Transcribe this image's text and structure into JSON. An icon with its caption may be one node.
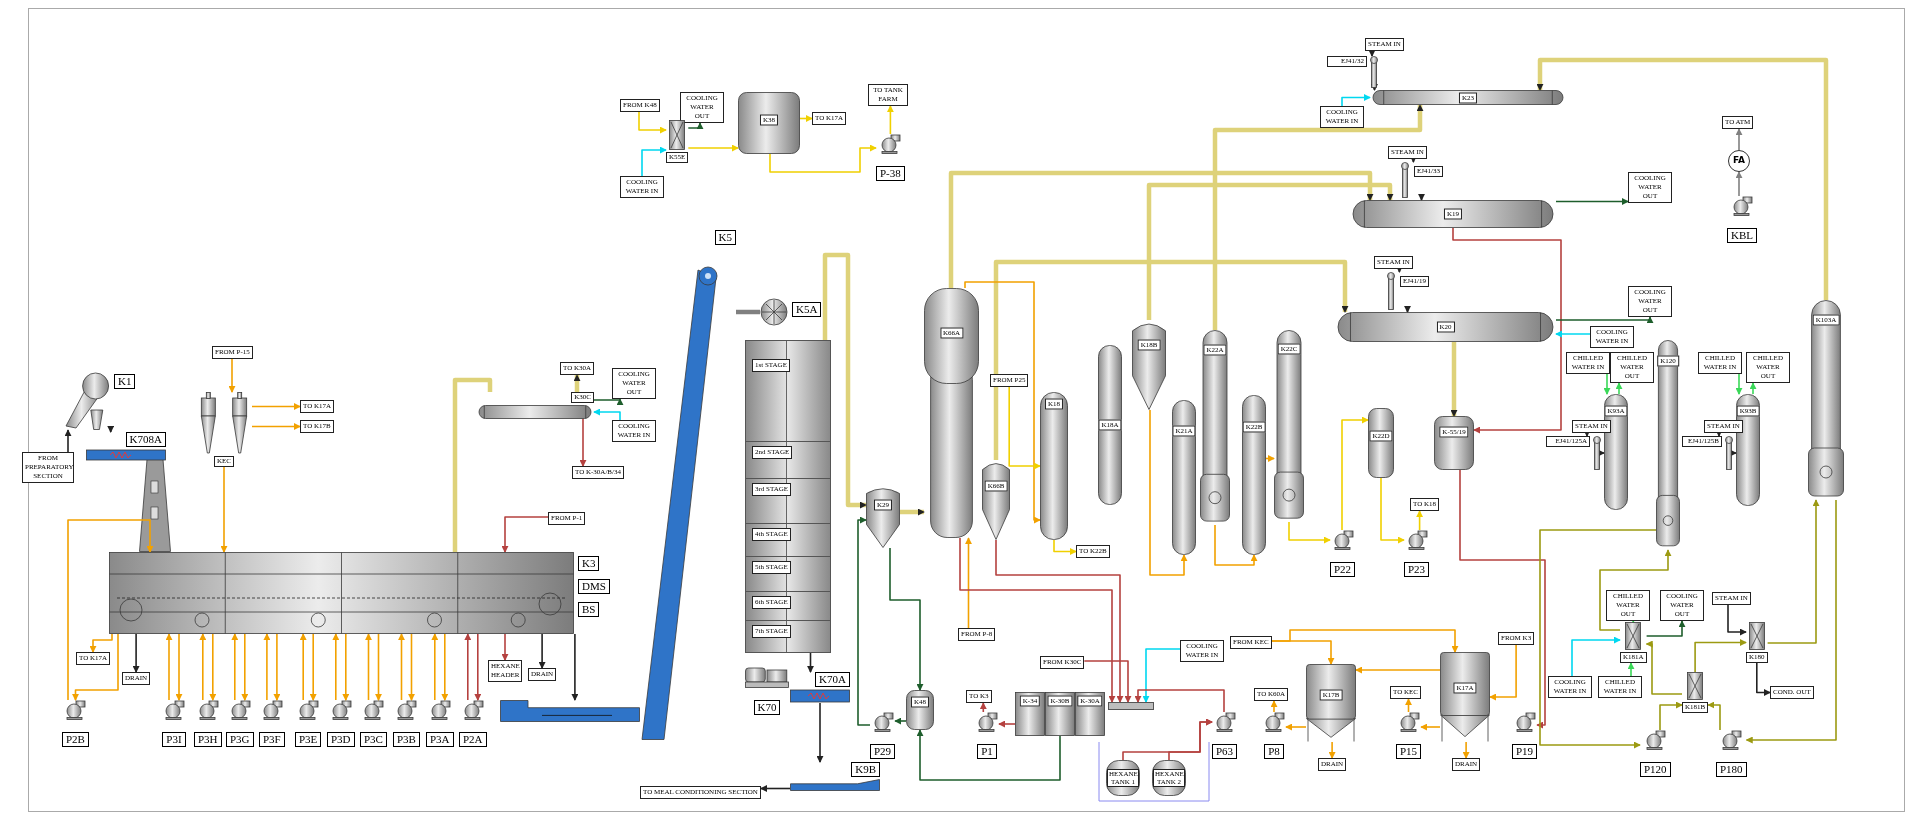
{
  "diagram": {
    "nodes": [
      {
        "text": [
          "K1"
        ]
      },
      {
        "text": [
          "FROM PREPARATORY SECTION"
        ]
      },
      {
        "text": [
          "K708A"
        ]
      },
      {
        "text": [
          "K3"
        ],
        "beside": [
          "DMS",
          "BS"
        ]
      },
      {
        "text": [
          "FROM P-15"
        ]
      },
      {
        "text": [
          "KEC"
        ]
      },
      {
        "text": [
          "TO K17A"
        ]
      },
      {
        "text": [
          "TO K17B"
        ]
      },
      {
        "text": [
          "K30C"
        ]
      },
      {
        "text": [
          "TO K30A"
        ]
      },
      {
        "text": [
          "COOLING WATER OUT"
        ]
      },
      {
        "text": [
          "COOLING WATER IN"
        ]
      },
      {
        "text": [
          "TO K-30A/B/34"
        ]
      },
      {
        "text": [
          "FROM P-1"
        ]
      },
      {
        "text": [
          "HEXANE HEADER"
        ]
      },
      {
        "text": [
          "DRAIN"
        ]
      },
      {
        "text": [
          "TO K17A"
        ]
      },
      {
        "text": [
          "DRAIN"
        ]
      },
      {
        "text": [
          "P2B"
        ]
      },
      {
        "text": [
          "P3I"
        ]
      },
      {
        "text": [
          "P3H"
        ]
      },
      {
        "text": [
          "P3G"
        ]
      },
      {
        "text": [
          "P3F"
        ]
      },
      {
        "text": [
          "P3E"
        ]
      },
      {
        "text": [
          "P3D"
        ]
      },
      {
        "text": [
          "P3C"
        ]
      },
      {
        "text": [
          "P3B"
        ]
      },
      {
        "text": [
          "P3A"
        ]
      },
      {
        "text": [
          "P2A"
        ]
      },
      {
        "text": [],
        "shape": "conveyor"
      },
      {
        "text": [
          "K5"
        ]
      },
      {
        "text": [
          "K5A"
        ]
      },
      {
        "text": [],
        "shape": "cylinder"
      },
      {
        "text": [
          "1st STAGE"
        ],
        "in": 32
      },
      {
        "text": [
          "2nd STAGE"
        ],
        "in": 32
      },
      {
        "text": [
          "3rd STAGE"
        ],
        "in": 32
      },
      {
        "text": [
          "4th STAGE"
        ],
        "in": 32
      },
      {
        "text": [
          "5th STAGE"
        ],
        "in": 32
      },
      {
        "text": [
          "6th STAGE"
        ],
        "in": 32
      },
      {
        "text": [
          "7th STAGE"
        ],
        "in": 32
      },
      {
        "text": [
          "K70"
        ]
      },
      {
        "text": [
          "K70A"
        ]
      },
      {
        "text": [
          "K9B"
        ]
      },
      {
        "text": [
          "TO MEAL CONDITIONING SECTION"
        ]
      },
      {
        "text": [
          "FROM K48"
        ]
      },
      {
        "text": [
          "COOLING WATER OUT"
        ]
      },
      {
        "text": [
          "K55E"
        ]
      },
      {
        "text": [
          "COOLING WATER IN"
        ]
      },
      {
        "text": [
          "K38"
        ]
      },
      {
        "text": [
          "TO K17A"
        ]
      },
      {
        "text": [
          "TO TANK FARM"
        ]
      },
      {
        "text": [
          "P-38"
        ]
      },
      {
        "text": [
          "K66A"
        ]
      },
      {
        "text": [
          "K29"
        ]
      },
      {
        "text": [
          "K66B"
        ]
      },
      {
        "text": [
          "K48"
        ]
      },
      {
        "text": [
          "P29"
        ]
      },
      {
        "text": [
          "TO K3"
        ]
      },
      {
        "text": [
          "P1"
        ]
      },
      {
        "text": [
          "FROM P-8"
        ]
      },
      {
        "text": [
          "FROM P25"
        ]
      },
      {
        "text": [
          "K18"
        ]
      },
      {
        "text": [
          "TO K22B"
        ]
      },
      {
        "text": [
          "K18A"
        ]
      },
      {
        "text": [
          "K18B"
        ]
      },
      {
        "text": [
          "K21A"
        ]
      },
      {
        "text": [
          "K22A"
        ]
      },
      {
        "text": [
          "K22B"
        ]
      },
      {
        "text": [
          "K22C"
        ]
      },
      {
        "text": [
          "K22D"
        ]
      },
      {
        "text": [
          "TO K18"
        ]
      },
      {
        "text": [
          "P22"
        ]
      },
      {
        "text": [
          "P23"
        ]
      },
      {
        "text": [
          "K-55/19"
        ]
      },
      {
        "text": [
          "FROM K30C"
        ]
      },
      {
        "text": [
          "K-34"
        ]
      },
      {
        "text": [
          "K-30B"
        ]
      },
      {
        "text": [
          "K-30A"
        ]
      },
      {
        "text": [],
        "shape": "bar"
      },
      {
        "text": [
          "COOLING WATER IN"
        ]
      },
      {
        "text": [
          "FROM KEC"
        ]
      },
      {
        "text": [
          "HEXANE TANK 1"
        ]
      },
      {
        "text": [
          "HEXANE TANK 2"
        ]
      },
      {
        "text": [
          "P63"
        ]
      },
      {
        "text": [
          "TO K60A"
        ]
      },
      {
        "text": [
          "P8"
        ]
      },
      {
        "text": [
          "K17B"
        ]
      },
      {
        "text": [
          "DRAIN"
        ]
      },
      {
        "text": [
          "TO KEC"
        ]
      },
      {
        "text": [
          "P15"
        ]
      },
      {
        "text": [
          "K17A"
        ]
      },
      {
        "text": [
          "DRAIN"
        ]
      },
      {
        "text": [
          "FROM K3"
        ]
      },
      {
        "text": [
          "P19"
        ]
      },
      {
        "text": [
          "STEAM IN"
        ]
      },
      {
        "text": [
          "EJ41/32"
        ]
      },
      {
        "text": [
          "COOLING WATER IN"
        ]
      },
      {
        "text": [
          "K23"
        ]
      },
      {
        "text": [
          "STEAM IN"
        ]
      },
      {
        "text": [
          "EJ41/33"
        ]
      },
      {
        "text": [
          "K19"
        ]
      },
      {
        "text": [
          "COOLING WATER OUT"
        ]
      },
      {
        "text": [
          "STEAM IN"
        ]
      },
      {
        "text": [
          "EJ41/19"
        ]
      },
      {
        "text": [
          "K20"
        ]
      },
      {
        "text": [
          "COOLING WATER OUT"
        ]
      },
      {
        "text": [
          "COOLING WATER IN"
        ]
      },
      {
        "text": [
          "TO ATM"
        ]
      },
      {
        "text": [
          "FA"
        ]
      },
      {
        "text": [
          "KBL"
        ]
      },
      {
        "text": [
          "CHILLED WATER IN"
        ]
      },
      {
        "text": [
          "CHILLED WATER OUT"
        ]
      },
      {
        "text": [
          "K93A"
        ]
      },
      {
        "text": [
          "STEAM IN"
        ]
      },
      {
        "text": [
          "EJ41/125A"
        ]
      },
      {
        "text": [
          "K120"
        ]
      },
      {
        "text": [
          "CHILLED WATER IN"
        ]
      },
      {
        "text": [
          "CHILLED WATER OUT"
        ]
      },
      {
        "text": [
          "K93B"
        ]
      },
      {
        "text": [
          "STEAM IN"
        ]
      },
      {
        "text": [
          "EJ41/125B"
        ]
      },
      {
        "text": [
          "K103A"
        ]
      },
      {
        "text": [
          "CHILLED WATER OUT"
        ]
      },
      {
        "text": [
          "COOLING WATER OUT"
        ]
      },
      {
        "text": [
          "K181A"
        ]
      },
      {
        "text": [
          "COOLING WATER IN"
        ]
      },
      {
        "text": [
          "CHILLED WATER IN"
        ]
      },
      {
        "text": [
          "K181B"
        ]
      },
      {
        "text": [
          "STEAM IN"
        ]
      },
      {
        "text": [
          "K180"
        ]
      },
      {
        "text": [
          "COND. OUT"
        ]
      },
      {
        "text": [
          "P120"
        ]
      },
      {
        "text": [
          "P180"
        ]
      }
    ],
    "edges": [
      {
        "from": 1,
        "to": 0,
        "arrow": "to",
        "color": "#222222"
      },
      {
        "from": 0,
        "to": 2,
        "arrow": "to",
        "color": "#222222"
      },
      {
        "from": 4,
        "to": 5,
        "arrow": "to"
      },
      {
        "from": 5,
        "to": 6,
        "arrow": "to"
      },
      {
        "from": 5,
        "to": 7,
        "arrow": "to"
      },
      {
        "from": 5,
        "to": 3,
        "arrow": "to"
      },
      {
        "from": 3,
        "to": 16,
        "arrow": "to"
      },
      {
        "from": 3,
        "to": 17,
        "arrow": "to",
        "color": "#222222"
      },
      {
        "from": 3,
        "to": 15,
        "arrow": "to",
        "color": "#222222"
      },
      {
        "from": 3,
        "to": 8,
        "arrow": "none",
        "style": "thick",
        "color": "#ded27a"
      },
      {
        "from": 8,
        "to": 9,
        "arrow": "to",
        "style": "thick",
        "color": "#ded27a"
      },
      {
        "from": 11,
        "to": 8,
        "arrow": "to",
        "color": "#00d8f0"
      },
      {
        "from": 8,
        "to": 10,
        "arrow": "to",
        "color": "#1e5e2c"
      },
      {
        "from": 8,
        "to": 12,
        "arrow": "to",
        "color": "#b5413f"
      },
      {
        "from": 13,
        "to": 3,
        "arrow": "to",
        "color": "#b5413f"
      },
      {
        "from": 3,
        "to": 14,
        "arrow": "to",
        "color": "#b5413f"
      },
      {
        "from": 3,
        "to": 18,
        "arrow": "to"
      },
      {
        "from": 18,
        "to": 3,
        "arrow": "to"
      },
      {
        "from": 3,
        "to": 19,
        "arrow": "to"
      },
      {
        "from": 19,
        "to": 3,
        "arrow": "to"
      },
      {
        "from": 3,
        "to": 20,
        "arrow": "to"
      },
      {
        "from": 20,
        "to": 3,
        "arrow": "to"
      },
      {
        "from": 3,
        "to": 21,
        "arrow": "to"
      },
      {
        "from": 21,
        "to": 3,
        "arrow": "to"
      },
      {
        "from": 3,
        "to": 22,
        "arrow": "to"
      },
      {
        "from": 22,
        "to": 3,
        "arrow": "to"
      },
      {
        "from": 3,
        "to": 23,
        "arrow": "to"
      },
      {
        "from": 23,
        "to": 3,
        "arrow": "to"
      },
      {
        "from": 3,
        "to": 24,
        "arrow": "to"
      },
      {
        "from": 24,
        "to": 3,
        "arrow": "to"
      },
      {
        "from": 3,
        "to": 25,
        "arrow": "to"
      },
      {
        "from": 25,
        "to": 3,
        "arrow": "to"
      },
      {
        "from": 3,
        "to": 26,
        "arrow": "to"
      },
      {
        "from": 26,
        "to": 3,
        "arrow": "to"
      },
      {
        "from": 3,
        "to": 27,
        "arrow": "to"
      },
      {
        "from": 27,
        "to": 3,
        "arrow": "to"
      },
      {
        "from": 3,
        "to": 28,
        "arrow": "to",
        "color": "#b5413f"
      },
      {
        "from": 28,
        "to": 3,
        "arrow": "to",
        "color": "#b5413f"
      },
      {
        "from": 3,
        "to": 29,
        "arrow": "to",
        "color": "#222222"
      },
      {
        "from": 30,
        "to": 31,
        "arrow": "none",
        "style": "thick",
        "color": "#808080"
      },
      {
        "from": 32,
        "to": 53,
        "arrow": "to",
        "style": "thick",
        "color": "#ded27a"
      },
      {
        "from": 32,
        "to": 41,
        "arrow": "to",
        "color": "#222222"
      },
      {
        "from": 41,
        "to": 42,
        "arrow": "to",
        "color": "#222222"
      },
      {
        "from": 42,
        "to": 43,
        "arrow": "to",
        "color": "#222222"
      },
      {
        "from": 44,
        "to": 46,
        "arrow": "to",
        "color": "#f0d000"
      },
      {
        "from": 47,
        "to": 46,
        "arrow": "to",
        "color": "#00d8f0"
      },
      {
        "from": 46,
        "to": 45,
        "arrow": "to",
        "color": "#1e5e2c"
      },
      {
        "from": 46,
        "to": 48,
        "arrow": "to",
        "color": "#f0d000"
      },
      {
        "from": 48,
        "to": 49,
        "arrow": "to",
        "color": "#f0d000"
      },
      {
        "from": 48,
        "to": 51,
        "arrow": "to",
        "color": "#f0d000"
      },
      {
        "from": 51,
        "to": 50,
        "arrow": "to",
        "color": "#f0d000"
      },
      {
        "from": 53,
        "to": 52,
        "arrow": "to",
        "style": "thick",
        "color": "#ded27a"
      },
      {
        "from": 52,
        "to": 100,
        "arrow": "to",
        "style": "thick",
        "color": "#ded27a"
      },
      {
        "from": 54,
        "to": 104,
        "arrow": "to",
        "style": "thick",
        "color": "#ded27a"
      },
      {
        "from": 64,
        "to": 100,
        "arrow": "to",
        "style": "thick",
        "color": "#ded27a"
      },
      {
        "from": 66,
        "to": 97,
        "arrow": "to",
        "style": "thick",
        "color": "#ded27a"
      },
      {
        "from": 104,
        "to": 73,
        "arrow": "to",
        "style": "thick",
        "color": "#ded27a"
      },
      {
        "from": 121,
        "to": 97,
        "arrow": "to",
        "style": "thick",
        "color": "#ded27a"
      },
      {
        "from": 52,
        "to": 61,
        "arrow": "to"
      },
      {
        "from": 60,
        "to": 61,
        "arrow": "to",
        "color": "#f0d000"
      },
      {
        "from": 61,
        "to": 62,
        "arrow": "to",
        "color": "#f0d000"
      },
      {
        "from": 59,
        "to": 52,
        "arrow": "to"
      },
      {
        "from": 53,
        "to": 55,
        "arrow": "to",
        "color": "#1e5e2c"
      },
      {
        "from": 55,
        "to": 56,
        "arrow": "to",
        "color": "#1e5e2c"
      },
      {
        "from": 56,
        "to": 53,
        "arrow": "to",
        "color": "#1e5e2c"
      },
      {
        "from": 76,
        "to": 55,
        "arrow": "to",
        "color": "#1e5e2c"
      },
      {
        "from": 75,
        "to": 58,
        "arrow": "to",
        "color": "#b5413f"
      },
      {
        "from": 58,
        "to": 57,
        "arrow": "to",
        "color": "#b5413f"
      },
      {
        "from": 52,
        "to": 78,
        "arrow": "to",
        "color": "#b5413f"
      },
      {
        "from": 54,
        "to": 78,
        "arrow": "to",
        "color": "#b5413f"
      },
      {
        "from": 74,
        "to": 78,
        "arrow": "to",
        "color": "#b5413f"
      },
      {
        "from": 79,
        "to": 78,
        "arrow": "to",
        "color": "#00d8f0"
      },
      {
        "from": 83,
        "to": 78,
        "arrow": "to",
        "color": "#b5413f"
      },
      {
        "from": 81,
        "to": 83,
        "arrow": "to",
        "color": "#b5413f"
      },
      {
        "from": 82,
        "to": 83,
        "arrow": "to",
        "color": "#b5413f"
      },
      {
        "from": 85,
        "to": 84,
        "arrow": "to"
      },
      {
        "from": 86,
        "to": 85,
        "arrow": "to"
      },
      {
        "from": 86,
        "to": 87,
        "arrow": "to"
      },
      {
        "from": 80,
        "to": 86,
        "arrow": "to"
      },
      {
        "from": 80,
        "to": 90,
        "arrow": "to"
      },
      {
        "from": 90,
        "to": 86,
        "arrow": "to"
      },
      {
        "from": 90,
        "to": 89,
        "arrow": "to"
      },
      {
        "from": 89,
        "to": 88,
        "arrow": "to"
      },
      {
        "from": 90,
        "to": 91,
        "arrow": "to"
      },
      {
        "from": 92,
        "to": 90,
        "arrow": "to"
      },
      {
        "from": 73,
        "to": 93,
        "arrow": "to",
        "color": "#b5413f"
      },
      {
        "from": 100,
        "to": 73,
        "arrow": "to",
        "color": "#b5413f"
      },
      {
        "from": 64,
        "to": 65,
        "arrow": "to"
      },
      {
        "from": 66,
        "to": 67,
        "arrow": "to"
      },
      {
        "from": 67,
        "to": 68,
        "arrow": "to"
      },
      {
        "from": 68,
        "to": 71,
        "arrow": "to",
        "color": "#f0d000"
      },
      {
        "from": 71,
        "to": 69,
        "arrow": "to",
        "color": "#f0d000"
      },
      {
        "from": 69,
        "to": 72,
        "arrow": "to",
        "color": "#f0d000"
      },
      {
        "from": 72,
        "to": 70,
        "arrow": "to",
        "color": "#f0d000"
      },
      {
        "from": 94,
        "to": 95,
        "arrow": "to",
        "color": "#222222"
      },
      {
        "from": 95,
        "to": 97,
        "arrow": "to",
        "color": "#222222"
      },
      {
        "from": 96,
        "to": 97,
        "arrow": "to",
        "color": "#00d8f0"
      },
      {
        "from": 98,
        "to": 99,
        "arrow": "to",
        "color": "#222222"
      },
      {
        "from": 99,
        "to": 100,
        "arrow": "to",
        "color": "#222222"
      },
      {
        "from": 100,
        "to": 101,
        "arrow": "to",
        "color": "#1e5e2c"
      },
      {
        "from": 102,
        "to": 103,
        "arrow": "to",
        "color": "#222222"
      },
      {
        "from": 103,
        "to": 104,
        "arrow": "to",
        "color": "#222222"
      },
      {
        "from": 106,
        "to": 104,
        "arrow": "to",
        "color": "#00d8f0"
      },
      {
        "from": 104,
        "to": 105,
        "arrow": "to",
        "color": "#1e5e2c"
      },
      {
        "from": 109,
        "to": 108,
        "arrow": "to",
        "color": "#808080"
      },
      {
        "from": 108,
        "to": 107,
        "arrow": "to",
        "color": "#808080"
      },
      {
        "from": 110,
        "to": 112,
        "arrow": "to",
        "color": "#3ad858"
      },
      {
        "from": 112,
        "to": 111,
        "arrow": "to",
        "color": "#3ad858"
      },
      {
        "from": 113,
        "to": 114,
        "arrow": "to",
        "color": "#222222"
      },
      {
        "from": 114,
        "to": 112,
        "arrow": "to",
        "color": "#222222"
      },
      {
        "from": 116,
        "to": 118,
        "arrow": "to",
        "color": "#3ad858"
      },
      {
        "from": 118,
        "to": 117,
        "arrow": "to",
        "color": "#3ad858"
      },
      {
        "from": 119,
        "to": 120,
        "arrow": "to",
        "color": "#222222"
      },
      {
        "from": 120,
        "to": 118,
        "arrow": "to",
        "color": "#222222"
      },
      {
        "from": 115,
        "to": 131,
        "arrow": "to",
        "color": "#9c9a12"
      },
      {
        "from": 124,
        "to": 115,
        "arrow": "to",
        "color": "#9c9a12"
      },
      {
        "from": 131,
        "to": 127,
        "arrow": "to",
        "color": "#9c9a12"
      },
      {
        "from": 127,
        "to": 124,
        "arrow": "to",
        "color": "#9c9a12"
      },
      {
        "from": 132,
        "to": 127,
        "arrow": "to",
        "color": "#9c9a12"
      },
      {
        "from": 127,
        "to": 129,
        "arrow": "to",
        "color": "#9c9a12"
      },
      {
        "from": 129,
        "to": 121,
        "arrow": "to",
        "color": "#9c9a12"
      },
      {
        "from": 121,
        "to": 132,
        "arrow": "to",
        "color": "#9c9a12"
      },
      {
        "from": 124,
        "to": 122,
        "arrow": "to",
        "color": "#3ad858"
      },
      {
        "from": 124,
        "to": 123,
        "arrow": "to",
        "color": "#1e5e2c"
      },
      {
        "from": 125,
        "to": 124,
        "arrow": "to",
        "color": "#00d8f0"
      },
      {
        "from": 126,
        "to": 124,
        "arrow": "to",
        "color": "#3ad858"
      },
      {
        "from": 128,
        "to": 129,
        "arrow": "to",
        "color": "#222222"
      },
      {
        "from": 129,
        "to": 130,
        "arrow": "to",
        "color": "#222222"
      }
    ]
  }
}
